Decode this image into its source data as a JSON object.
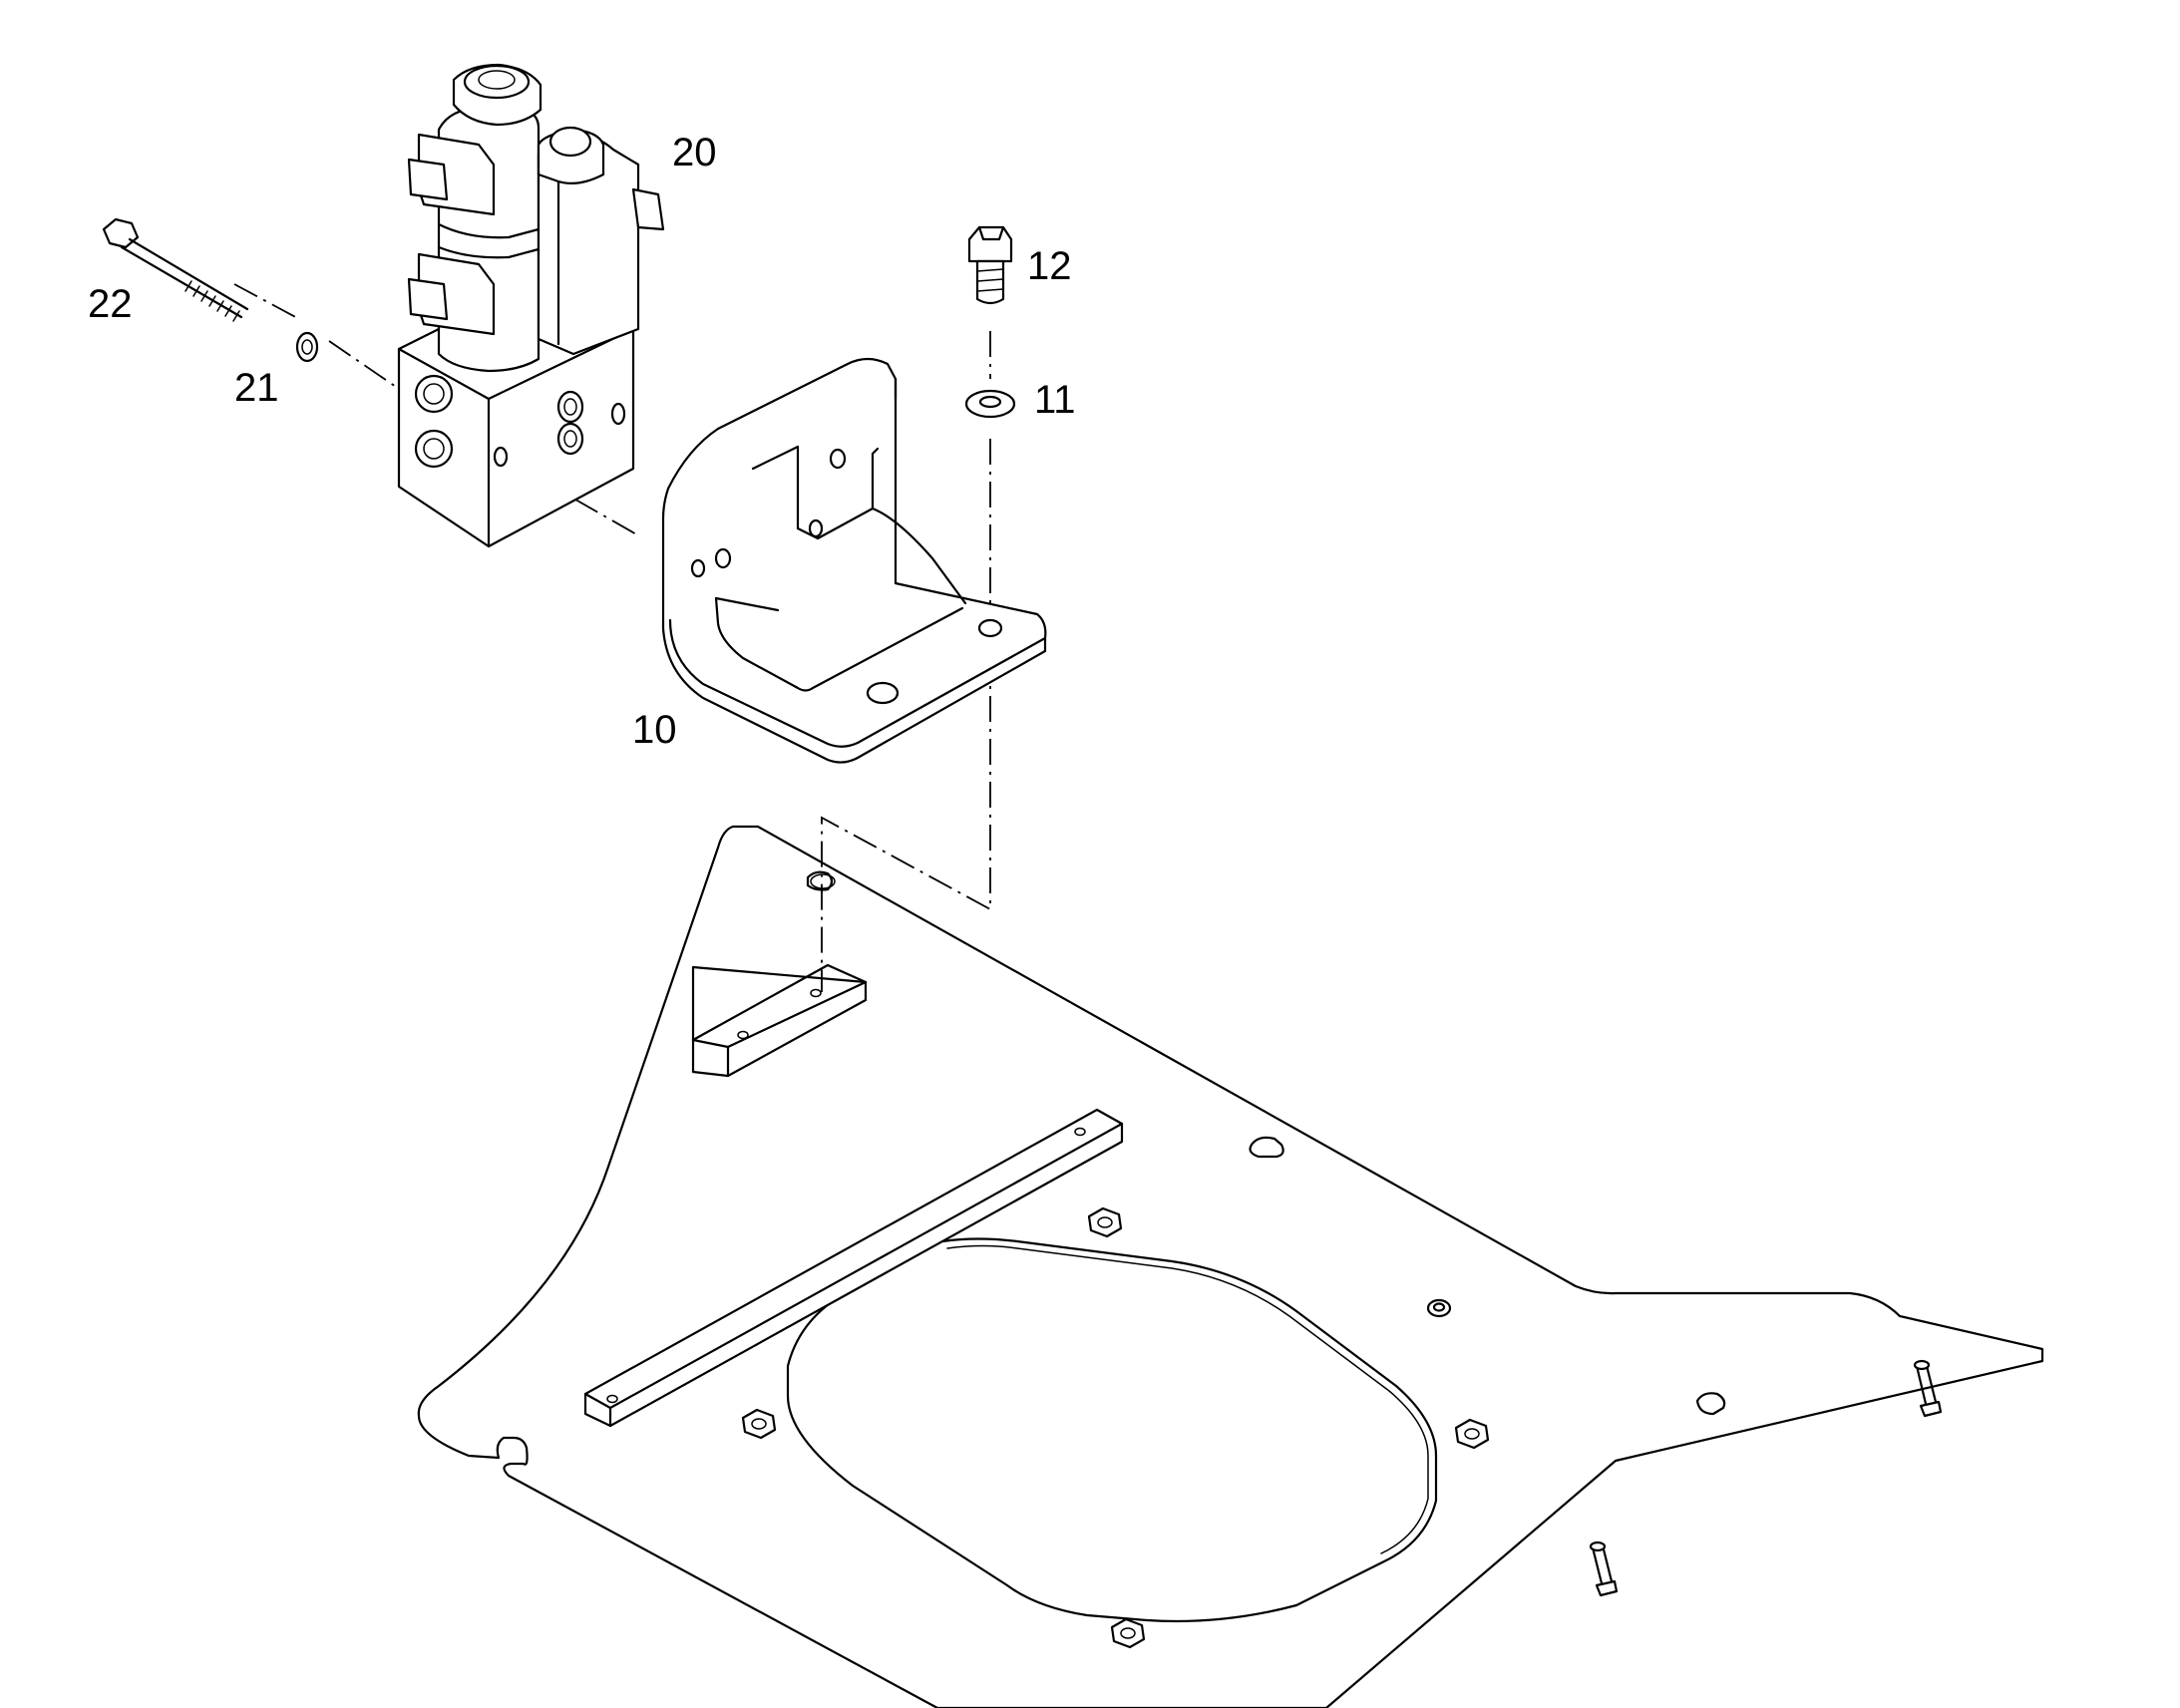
{
  "diagram": {
    "callouts": [
      {
        "id": "20",
        "label": "20"
      },
      {
        "id": "22",
        "label": "22"
      },
      {
        "id": "21",
        "label": "21"
      },
      {
        "id": "12",
        "label": "12"
      },
      {
        "id": "11",
        "label": "11"
      },
      {
        "id": "10",
        "label": "10"
      }
    ]
  }
}
